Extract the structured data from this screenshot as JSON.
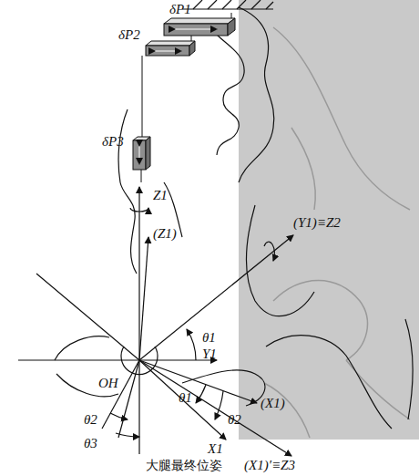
{
  "diagram": {
    "labels": [
      "δP1",
      "δP2",
      "δP3",
      "Z1",
      "(Z1)",
      "(Y1)≡Z2",
      "θ1",
      "Y1",
      "OH",
      "(X1)",
      "θ1",
      "θ2",
      "θ2",
      "θ3",
      "X1",
      "(X1)′≡Z3",
      "大腿最终位姿"
    ]
  }
}
